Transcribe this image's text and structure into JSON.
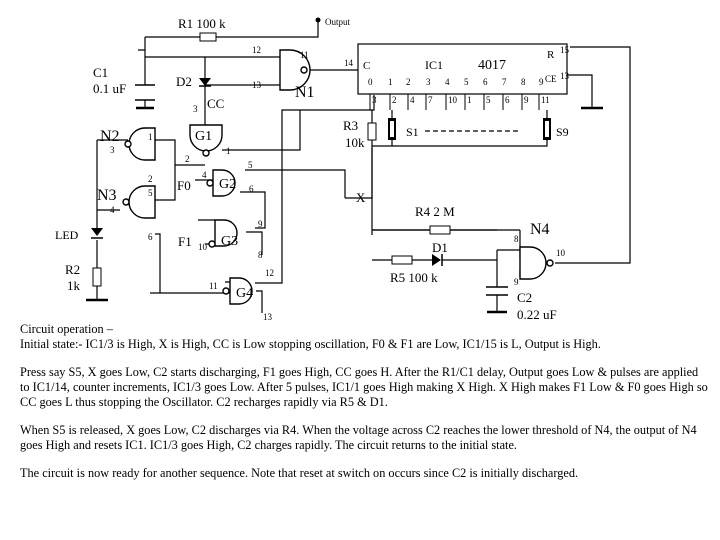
{
  "labels": {
    "output": "Output",
    "r1": "R1 100 k",
    "c1": "C1",
    "c1_value": "0.1 uF",
    "d2": "D2",
    "cc": "CC",
    "n1": "N1",
    "n2": "N2",
    "n3": "N3",
    "n4": "N4",
    "g1": "G1",
    "g2": "G2",
    "g3": "G3",
    "g4": "G4",
    "f0": "F0",
    "f1": "F1",
    "led": "LED",
    "r2": "R2",
    "r2_value": "1k",
    "r3": "R3",
    "r3_value": "10k",
    "r4": "R4  2 M",
    "r5": "R5  100 k",
    "d1": "D1",
    "c2": "C2",
    "c2_value": "0.22 uF",
    "x": "X",
    "s1": "S1",
    "s9": "S9",
    "ic1": "IC1",
    "ic_part": "4017",
    "ic_c": "C",
    "ic_r": "R",
    "ic_ce": "CE",
    "ic_outputs": [
      "0",
      "1",
      "2",
      "3",
      "4",
      "5",
      "6",
      "7",
      "8",
      "9"
    ],
    "ic_pins": [
      "3",
      "2",
      "4",
      "7",
      "10",
      "1",
      "5",
      "6",
      "9",
      "11"
    ],
    "pins": {
      "n1_in_a": "12",
      "n1_in_b": "13",
      "n1_out": "11",
      "ic_c": "14",
      "ic_r": "15",
      "ic_ce": "13",
      "g1_a": "3",
      "g1_b": "1",
      "g1_c": "2",
      "g1_out": "1",
      "g2_a": "4",
      "g2_b": "5",
      "g2_out": "6",
      "g3_a": "9",
      "g3_b": "10",
      "g3_out": "8",
      "g4_a": "12",
      "g4_b": "11",
      "g4_out": "13",
      "n2_a": "1",
      "n2_b": "3",
      "n3_a": "2",
      "n3_b": "5",
      "n3_c": "4",
      "n3_d": "6",
      "n4_a": "8",
      "n4_b": "9",
      "n4_out": "10"
    }
  },
  "description": [
    "Circuit operation –",
    "Initial state:-    IC1/3 is High, X is High, CC is Low stopping oscillation, F0 & F1 are Low, IC1/15 is L, Output is High.",
    "Press say S5, X goes Low, C2 starts discharging, F1 goes High, CC goes H.  After the R1/C1 delay, Output goes Low & pulses are  applied to IC1/14, counter increments, IC1/3 goes Low.  After 5 pulses, IC1/1 goes High making X High. X High makes F1 Low & F0 goes High so CC goes L thus stopping the Oscillator.  C2 recharges rapidly via R5 & D1.",
    "When S5 is released, X goes Low, C2 discharges via R4.  When the voltage across C2 reaches the lower threshold of N4, the output of N4 goes High and resets IC1.   IC1/3 goes High, C2 charges rapidly.  The circuit returns to the initial state.",
    "The circuit is now ready for another sequence.  Note that reset at switch on occurs since C2 is initially discharged."
  ]
}
